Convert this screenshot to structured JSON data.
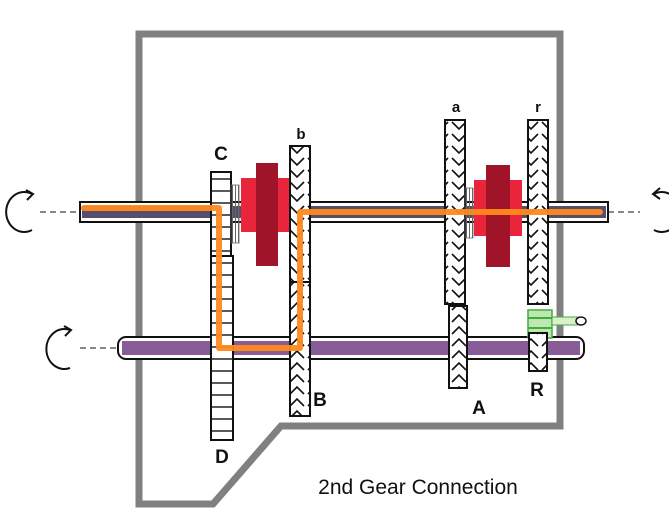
{
  "caption": "2nd Gear Connection",
  "gear_labels": {
    "C": "C",
    "D": "D",
    "b": "b",
    "B": "B",
    "a": "a",
    "A": "A",
    "r": "r",
    "R": "R"
  },
  "colors": {
    "housing": "#808080",
    "shaft_main": "#3a2f55",
    "shaft_counter": "#7b4a8c",
    "gear_fill": "#ffffff",
    "gear_outline": "#000000",
    "synchro_dark": "#a0142a",
    "synchro_light": "#e8253a",
    "power_path": "#ff8a1e",
    "reverse_idler": "#3fae3f"
  }
}
